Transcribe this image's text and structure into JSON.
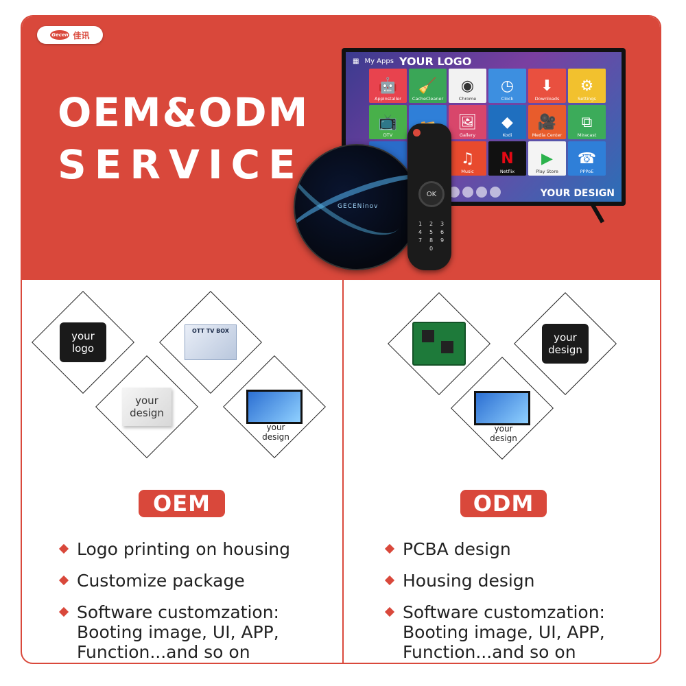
{
  "brand": {
    "logo_text": "Gecen",
    "logo_cn": "佳讯"
  },
  "hero": {
    "title_line1": "OEM&ODM",
    "title_line2": "SERVICE",
    "tv": {
      "my_apps": "My Apps",
      "logo_text": "YOUR LOGO",
      "footer_text": "YOUR DESIGN",
      "apps": [
        "AppInstaller",
        "CacheCleaner",
        "Chrome",
        "Clock",
        "Downloads",
        "Settings",
        "DTV",
        "",
        "Gallery",
        "Kodi",
        "Media Center",
        "Miracast",
        "",
        "",
        "Music",
        "Netflix",
        "Play Store",
        "PPPoE"
      ]
    },
    "box_brand": "GECENinov",
    "remote": {
      "ok": "OK",
      "keys": [
        "1",
        "2",
        "3",
        "4",
        "5",
        "6",
        "7",
        "8",
        "9",
        "",
        "0",
        ""
      ]
    }
  },
  "oem": {
    "tile_logo": "your logo",
    "tile_pkg": "OTT TV BOX",
    "tile_design": "your design",
    "tile_tv_caption": "your design",
    "badge": "OEM",
    "bullets": [
      {
        "lines": [
          "Logo printing on housing"
        ]
      },
      {
        "lines": [
          "Customize package"
        ]
      },
      {
        "lines": [
          "Software customzation:",
          "Booting image, UI, APP,",
          "Function...and so on"
        ]
      }
    ]
  },
  "odm": {
    "tile_design": "your design",
    "tile_tv_caption": "your design",
    "badge": "ODM",
    "bullets": [
      {
        "lines": [
          "PCBA design"
        ]
      },
      {
        "lines": [
          "Housing design"
        ]
      },
      {
        "lines": [
          "Software customzation:",
          "Booting image, UI, APP,",
          "Function...and so on"
        ]
      }
    ]
  },
  "colors": {
    "accent": "#d9483b"
  }
}
